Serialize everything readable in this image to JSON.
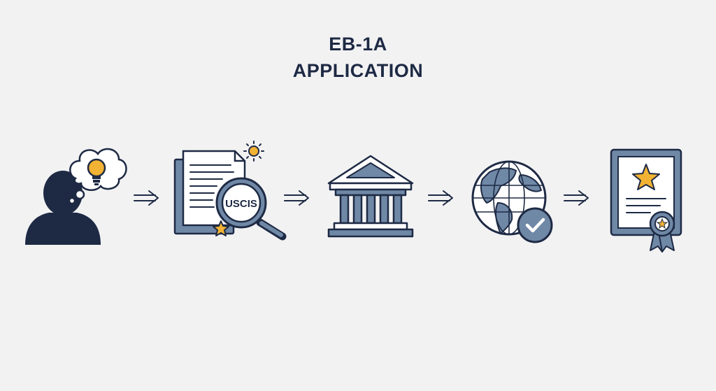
{
  "title": {
    "line1": "EB-1A",
    "line2": "APPLICATION"
  },
  "steps": [
    {
      "icon": "person-with-idea-icon"
    },
    {
      "icon": "uscis-document-review-icon",
      "label": "USCIS"
    },
    {
      "icon": "government-building-icon"
    },
    {
      "icon": "globe-approved-icon"
    },
    {
      "icon": "certificate-award-icon"
    }
  ],
  "colors": {
    "navy": "#1e2a44",
    "slate": "#6f88a6",
    "gold": "#f2b233",
    "background": "#f2f2f3"
  }
}
